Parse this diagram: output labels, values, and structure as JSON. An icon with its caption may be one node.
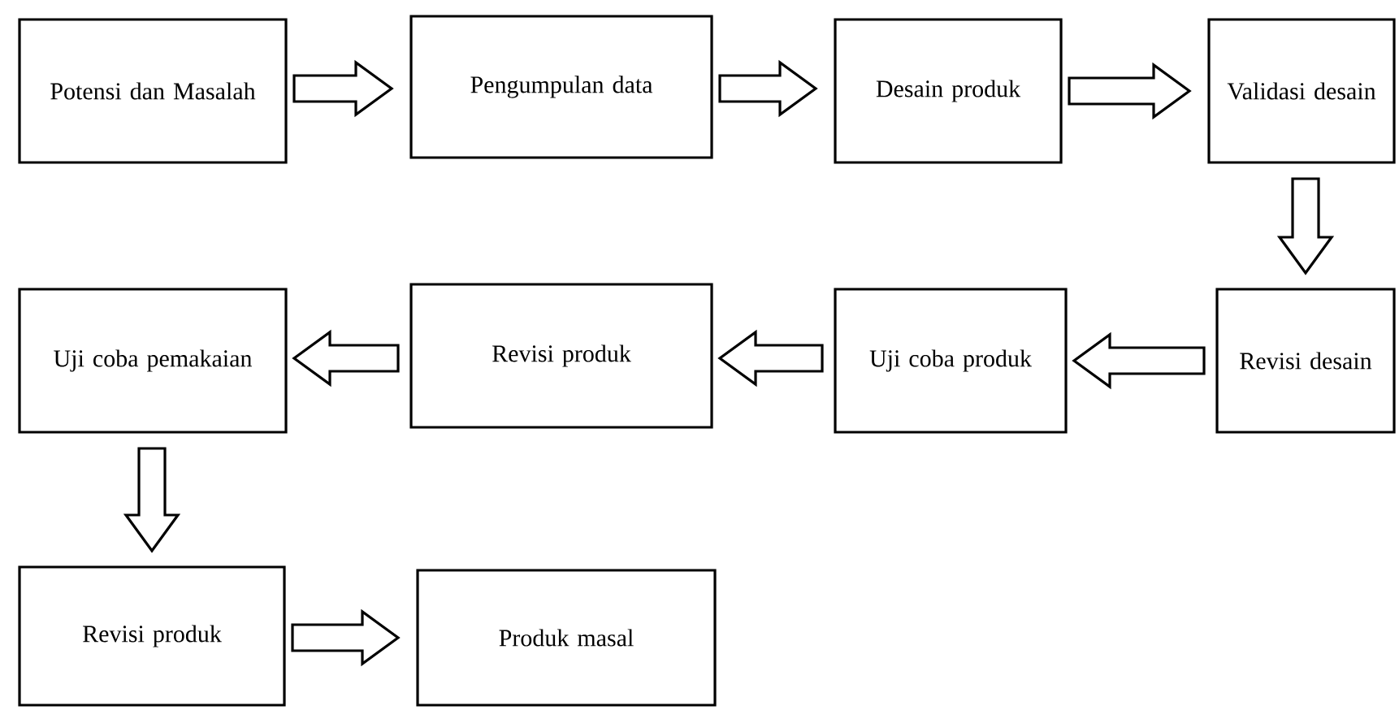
{
  "diagram": {
    "nodes": [
      {
        "text": [
          "Potensi dan Masalah"
        ]
      },
      {
        "text": [
          "Pengumpulan data"
        ]
      },
      {
        "text": [
          "Desain produk"
        ]
      },
      {
        "text": [
          "Validasi desain"
        ]
      },
      {
        "text": [
          "Revisi desain"
        ]
      },
      {
        "text": [
          "Uji coba produk"
        ]
      },
      {
        "text": [
          "Revisi produk"
        ]
      },
      {
        "text": [
          "Uji coba pemakaian"
        ]
      },
      {
        "text": [
          "Revisi produk"
        ]
      },
      {
        "text": [
          "Produk masal"
        ]
      }
    ],
    "edges": [
      {
        "from": 0,
        "to": 1,
        "arrow": "to"
      },
      {
        "from": 1,
        "to": 2,
        "arrow": "to"
      },
      {
        "from": 2,
        "to": 3,
        "arrow": "to"
      },
      {
        "from": 3,
        "to": 4,
        "arrow": "to"
      },
      {
        "from": 4,
        "to": 5,
        "arrow": "to"
      },
      {
        "from": 5,
        "to": 6,
        "arrow": "to"
      },
      {
        "from": 6,
        "to": 7,
        "arrow": "to"
      },
      {
        "from": 7,
        "to": 8,
        "arrow": "to"
      },
      {
        "from": 8,
        "to": 9,
        "arrow": "to"
      }
    ]
  }
}
